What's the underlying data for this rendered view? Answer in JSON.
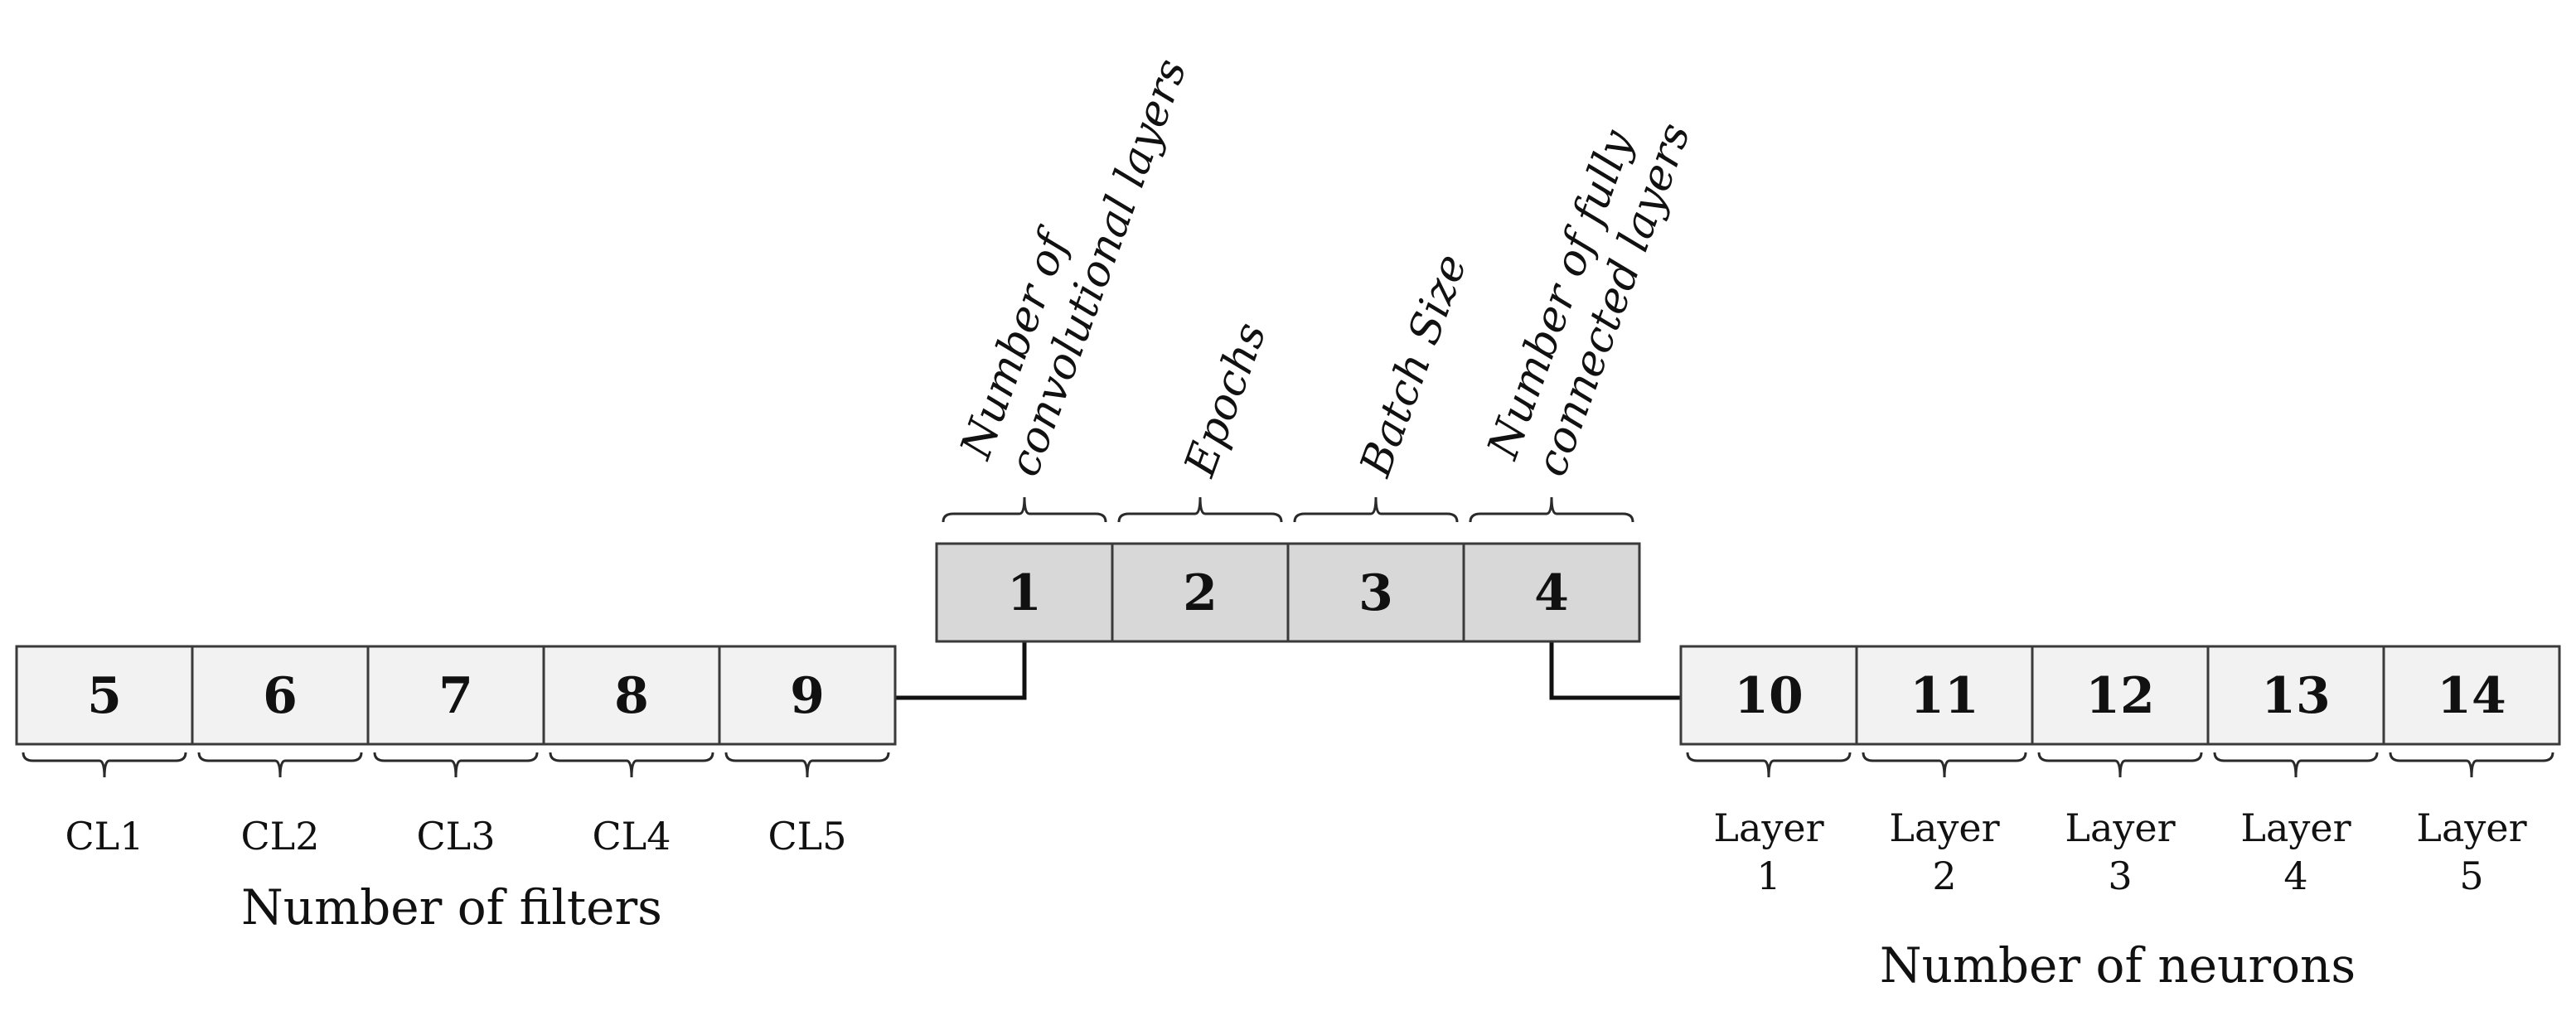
{
  "colors": {
    "core_fill": "#d8d8d8",
    "side_fill": "#f2f2f2",
    "stroke": "#3a3a3a",
    "text": "#111111"
  },
  "core_genes": [
    {
      "num": "1",
      "label": [
        "Number of",
        "convolutional  layers"
      ]
    },
    {
      "num": "2",
      "label": [
        "Epochs"
      ]
    },
    {
      "num": "3",
      "label": [
        "Batch Size"
      ]
    },
    {
      "num": "4",
      "label": [
        "Number of fully",
        "connected layers"
      ]
    }
  ],
  "filter_genes": [
    {
      "num": "5",
      "label": [
        "CL1"
      ]
    },
    {
      "num": "6",
      "label": [
        "CL2"
      ]
    },
    {
      "num": "7",
      "label": [
        "CL3"
      ]
    },
    {
      "num": "8",
      "label": [
        "CL4"
      ]
    },
    {
      "num": "9",
      "label": [
        "CL5"
      ]
    }
  ],
  "neuron_genes": [
    {
      "num": "10",
      "label": [
        "Layer",
        "1"
      ]
    },
    {
      "num": "11",
      "label": [
        "Layer",
        "2"
      ]
    },
    {
      "num": "12",
      "label": [
        "Layer",
        "3"
      ]
    },
    {
      "num": "13",
      "label": [
        "Layer",
        "4"
      ]
    },
    {
      "num": "14",
      "label": [
        "Layer",
        "5"
      ]
    }
  ],
  "filter_group_title": "Number of filters",
  "neuron_group_title": "Number of neurons"
}
